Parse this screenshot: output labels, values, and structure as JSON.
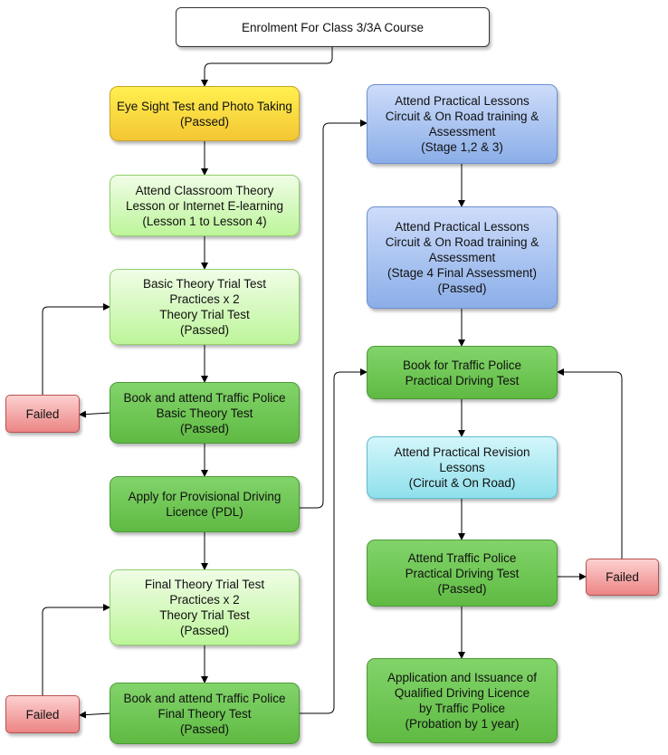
{
  "nodes": {
    "enrolment": [
      "Enrolment For Class 3/3A Course"
    ],
    "eyesight": [
      "Eye Sight Test and Photo Taking",
      "(Passed)"
    ],
    "classroom": [
      "Attend Classroom Theory",
      "Lesson or Internet E-learning",
      "(Lesson 1 to Lesson 4)"
    ],
    "basic_trial": [
      "Basic Theory Trial Test",
      "Practices x 2",
      "Theory Trial Test",
      "(Passed)"
    ],
    "basic_test": [
      "Book and attend Traffic Police",
      "Basic Theory Test",
      "(Passed)"
    ],
    "failed_1": [
      "Failed"
    ],
    "pdl": [
      "Apply for Provisional Driving",
      "Licence (PDL)"
    ],
    "final_trial": [
      "Final Theory Trial Test",
      "Practices x 2",
      "Theory Trial Test",
      "(Passed)"
    ],
    "final_test": [
      "Book and attend Traffic Police",
      "Final Theory Test",
      "(Passed)"
    ],
    "failed_2": [
      "Failed"
    ],
    "practical_1": [
      "Attend Practical Lessons",
      "Circuit & On Road training &",
      "Assessment",
      "(Stage 1,2 & 3)"
    ],
    "practical_2": [
      "Attend Practical Lessons",
      "Circuit & On Road training &",
      "Assessment",
      "(Stage 4 Final Assessment)",
      "(Passed)"
    ],
    "book_practical": [
      "Book for Traffic Police",
      "Practical Driving Test"
    ],
    "revision": [
      "Attend Practical Revision",
      "Lessons",
      "(Circuit & On Road)"
    ],
    "attend_practical": [
      "Attend Traffic Police",
      "Practical Driving Test",
      "(Passed)"
    ],
    "failed_3": [
      "Failed"
    ],
    "licence": [
      "Application and Issuance of",
      "Qualified Driving Licence",
      "by Traffic Police",
      "(Probation by 1 year)"
    ]
  },
  "colors": {
    "start": "#ffffff",
    "eyesight": "#f9dc3f",
    "light_green": "#d6fbc0",
    "dark_green": "#6cc553",
    "blue": "#a8c2f1",
    "cyan": "#aeeaf3",
    "failed": "#f19b9b"
  }
}
